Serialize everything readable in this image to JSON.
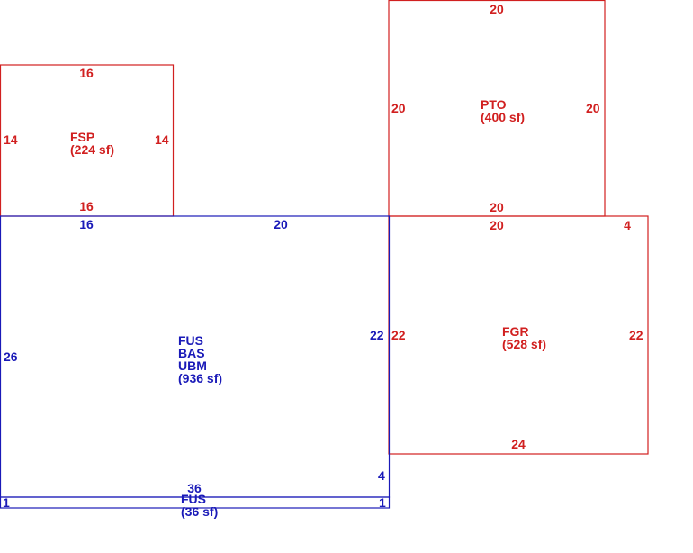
{
  "colors": {
    "detached": "#d12020",
    "main": "#1a1ab8"
  },
  "areas": {
    "fsp": {
      "code": "FSP",
      "area": "(224 sf)",
      "top": "16",
      "bottom": "16",
      "left": "14",
      "right": "14"
    },
    "pto": {
      "code": "PTO",
      "area": "(400 sf)",
      "top": "20",
      "bottom": "20",
      "left": "20",
      "right": "20"
    },
    "main": {
      "codes": [
        "FUS",
        "BAS",
        "UBM"
      ],
      "area": "(936 sf)",
      "top_left": "16",
      "top_right": "20",
      "left": "26",
      "right": "22",
      "bottom": "36",
      "right_lower": "4"
    },
    "fgr": {
      "code": "FGR",
      "area": "(528 sf)",
      "top": "20",
      "top_right": "4",
      "left": "22",
      "right": "22",
      "bottom": "24"
    },
    "strip": {
      "code": "FUS",
      "area": "(36 sf)",
      "left": "1",
      "right": "1"
    }
  }
}
